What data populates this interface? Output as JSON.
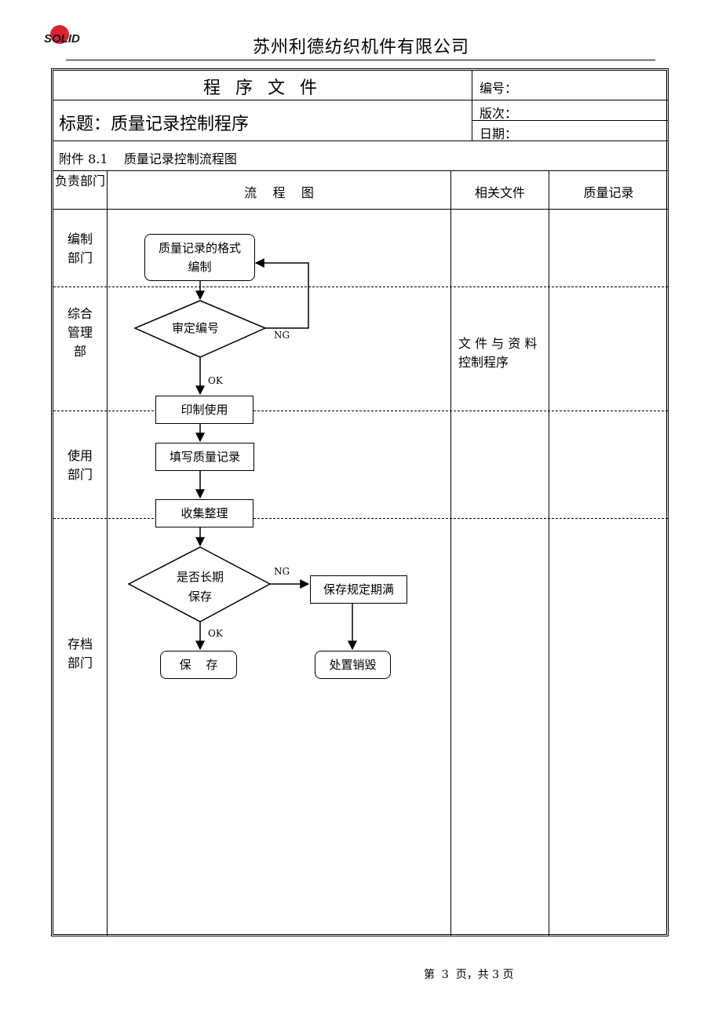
{
  "header": {
    "logo_text": "SOLID",
    "company": "苏州利德纺织机件有限公司"
  },
  "doc": {
    "type_title": "程 序 文 件",
    "number_label": "编号：",
    "title": "标题：质量记录控制程序",
    "version_label": "版次：",
    "date_label": "日期：",
    "attachment": "附件 8.1    质量记录控制流程图"
  },
  "columns": {
    "responsible": "负责部门",
    "flow": "流    程    图",
    "related_docs": "相关文件",
    "records": "质量记录"
  },
  "departments": {
    "edit": "编制部门",
    "admin_1": "综合",
    "admin_2": "管理",
    "admin_3": "部",
    "use": "使用部门",
    "archive": "存档部门"
  },
  "related": {
    "doc_line1": "文 件 与 资 料",
    "doc_line2": "控制程序"
  },
  "flow": {
    "format_edit_1": "质量记录的格式",
    "format_edit_2": "编制",
    "review": "审定编号",
    "ng1": "NG",
    "ok1": "OK",
    "print": "印制使用",
    "fill": "填写质量记录",
    "collect": "收集整理",
    "long_term_1": "是否长期",
    "long_term_2": "保存",
    "ng2": "NG",
    "retention": "保存规定期满",
    "ok2": "OK",
    "keep": "保    存",
    "dispose": "处置销毁"
  },
  "footer": {
    "page": "第  3  页，共 3 页"
  }
}
